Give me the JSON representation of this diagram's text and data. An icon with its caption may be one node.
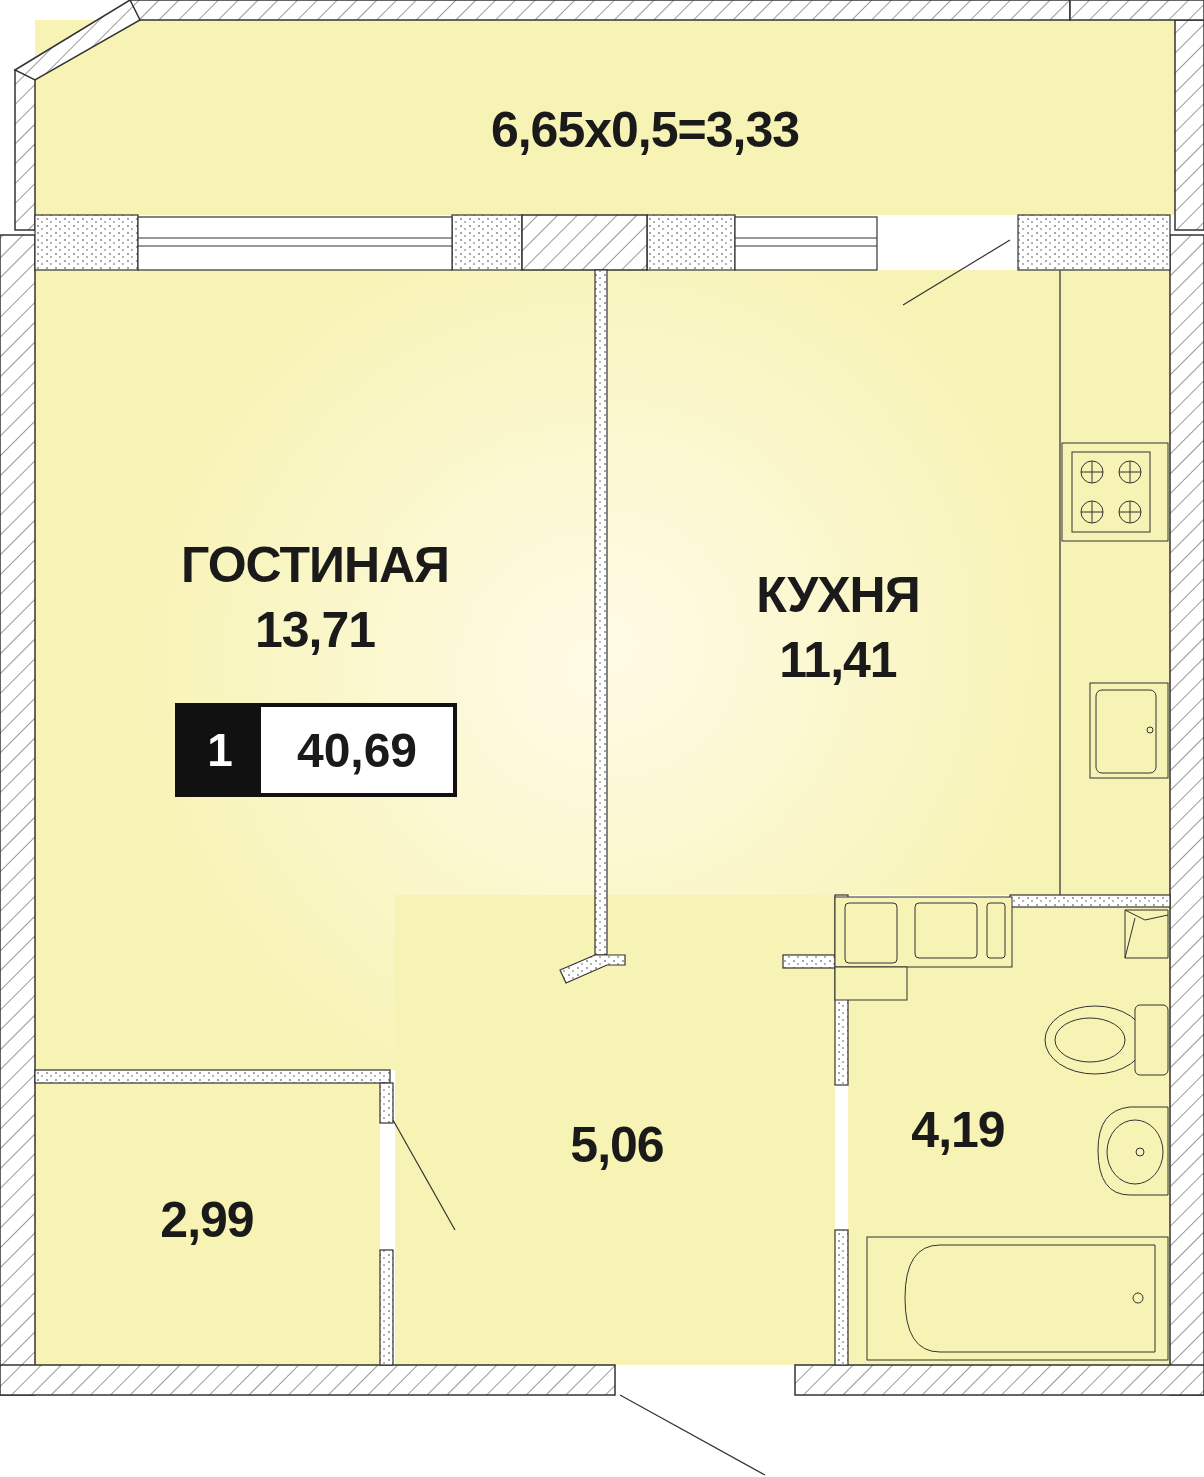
{
  "diagram": {
    "nodes": [
      {
        "text": [
          "6,65x0,5=3,33"
        ]
      },
      {
        "text": [
          "ГОСТИНАЯ",
          "13,71"
        ]
      },
      {
        "text": [
          "1",
          "40,69"
        ],
        "in": 1
      },
      {
        "text": [
          "КУХНЯ",
          "11,41"
        ]
      },
      {
        "text": [
          "2,99"
        ]
      },
      {
        "text": [
          "5,06"
        ]
      },
      {
        "text": [
          "4,19"
        ]
      }
    ]
  }
}
